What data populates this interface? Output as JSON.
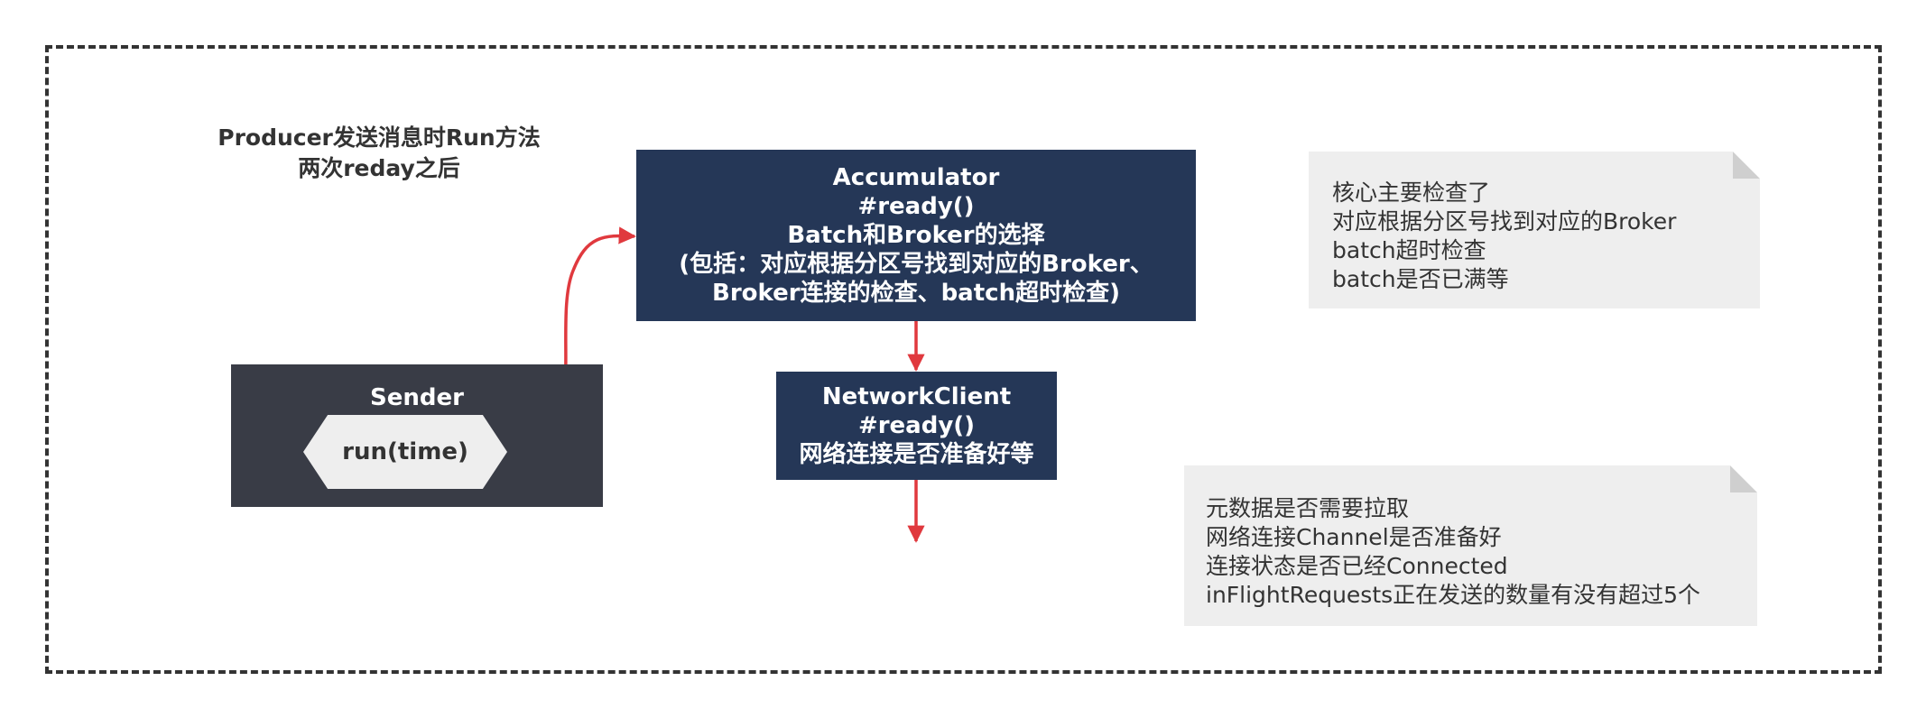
{
  "heading": {
    "line1": "Producer发送消息时Run方法",
    "line2": "两次reday之后"
  },
  "accumulator": {
    "lines": [
      "Accumulator",
      "#ready()",
      "Batch和Broker的选择",
      "(包括：对应根据分区号找到对应的Broker、",
      "Broker连接的检查、batch超时检查)"
    ]
  },
  "network_client": {
    "lines": [
      "NetworkClient",
      "#ready()",
      "网络连接是否准备好等"
    ]
  },
  "sender": {
    "title": "Sender",
    "method": "run(time)"
  },
  "note1": {
    "lines": [
      "核心主要检查了",
      "对应根据分区号找到对应的Broker",
      "batch超时检查",
      "batch是否已满等"
    ]
  },
  "note2": {
    "lines": [
      "元数据是否需要拉取",
      "网络连接Channel是否准备好",
      "连接状态是否已经Connected",
      "inFlightRequests正在发送的数量有没有超过5个"
    ]
  },
  "colors": {
    "box_dark_blue": "#253757",
    "sender_box": "#393c46",
    "arrow_red": "#e0393e",
    "note_bg": "#eeeeee",
    "frame_border": "#333333"
  }
}
